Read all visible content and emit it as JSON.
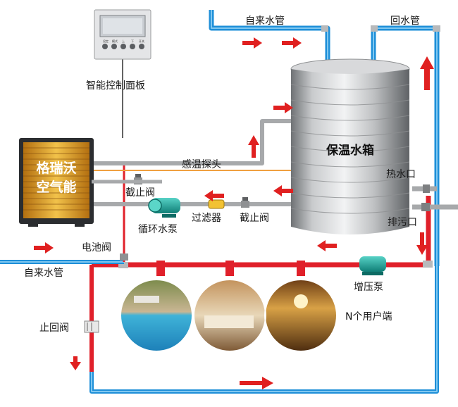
{
  "labels": {
    "control_panel": "智能控制面板",
    "unit_line1": "格瑞沃",
    "unit_line2": "空气能",
    "tap_water_top": "自来水管",
    "return_pipe": "回水管",
    "tank": "保温水箱",
    "temp_probe": "感温探头",
    "hot_water_outlet": "热水口",
    "drain_outlet": "排污口",
    "stop_valve_1": "截止阀",
    "stop_valve_2": "截止阀",
    "circ_pump": "循环水泵",
    "filter": "过滤器",
    "solenoid_valve": "电池阀",
    "tap_water_left": "自来水管",
    "booster_pump": "增压泵",
    "check_valve": "止回阀",
    "users": "N个用户端"
  },
  "panel_buttons": [
    "设定",
    "模式",
    "上",
    "下",
    "开关"
  ],
  "colors": {
    "hot_pipe": "#e0202a",
    "cold_pipe": "#1e8fd8",
    "gray_pipe": "#a7a9ab",
    "probe_wire": "#f0a040",
    "arrow": "#e02020",
    "pump": "#1ba39c",
    "unit_coil": "#e8a21c"
  }
}
